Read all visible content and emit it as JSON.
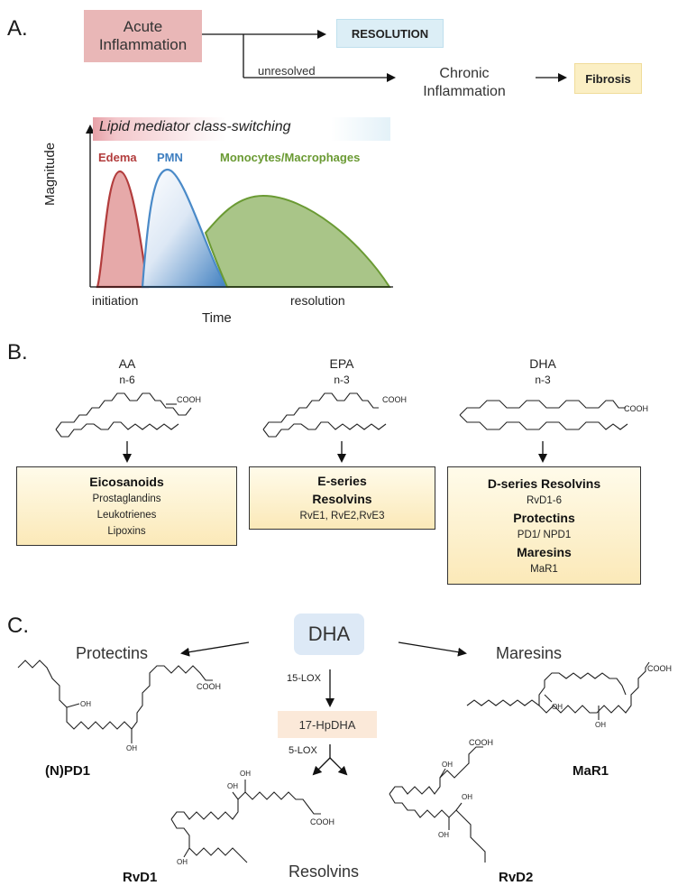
{
  "panelA": {
    "label": "A.",
    "acute": "Acute\nInflammation",
    "resolution": "RESOLUTION",
    "unresolved": "unresolved",
    "chronic": "Chronic\nInflammation",
    "fibrosis": "Fibrosis",
    "class_switch": "Lipid mediator class-switching",
    "edema": "Edema",
    "pmn": "PMN",
    "monocytes": "Monocytes/Macrophages",
    "ylabel": "Magnitude",
    "xlabel": "Time",
    "initiation": "initiation",
    "resolution_phase": "resolution",
    "colors": {
      "edema": "#b23c3c",
      "pmn": "#3f7fc0",
      "mono": "#6a9a33"
    }
  },
  "panelB": {
    "label": "B.",
    "aa": {
      "name": "AA",
      "series": "n-6",
      "cooh": "COOH",
      "title": "Eicosanoids",
      "items": [
        "Prostaglandins",
        "Leukotrienes",
        "Lipoxins"
      ]
    },
    "epa": {
      "name": "EPA",
      "series": "n-3",
      "cooh": "COOH",
      "title1": "E-series",
      "title2": "Resolvins",
      "items": "RvE1, RvE2,RvE3"
    },
    "dha": {
      "name": "DHA",
      "series": "n-3",
      "cooh": "COOH",
      "t1": "D-series Resolvins",
      "s1": "RvD1-6",
      "t2": "Protectins",
      "s2": "PD1/ NPD1",
      "t3": "Maresins",
      "s3": "MaR1"
    }
  },
  "panelC": {
    "label": "C.",
    "dha": "DHA",
    "protectins": "Protectins",
    "maresins": "Maresins",
    "lox15": "15-LOX",
    "hpdha": "17-HpDHA",
    "lox5": "5-LOX",
    "npd1": "(N)PD1",
    "mar1": "MaR1",
    "rvd1": "RvD1",
    "rvd2": "RvD2",
    "resolvins": "Resolvins",
    "oh": "OH",
    "cooh": "COOH"
  }
}
